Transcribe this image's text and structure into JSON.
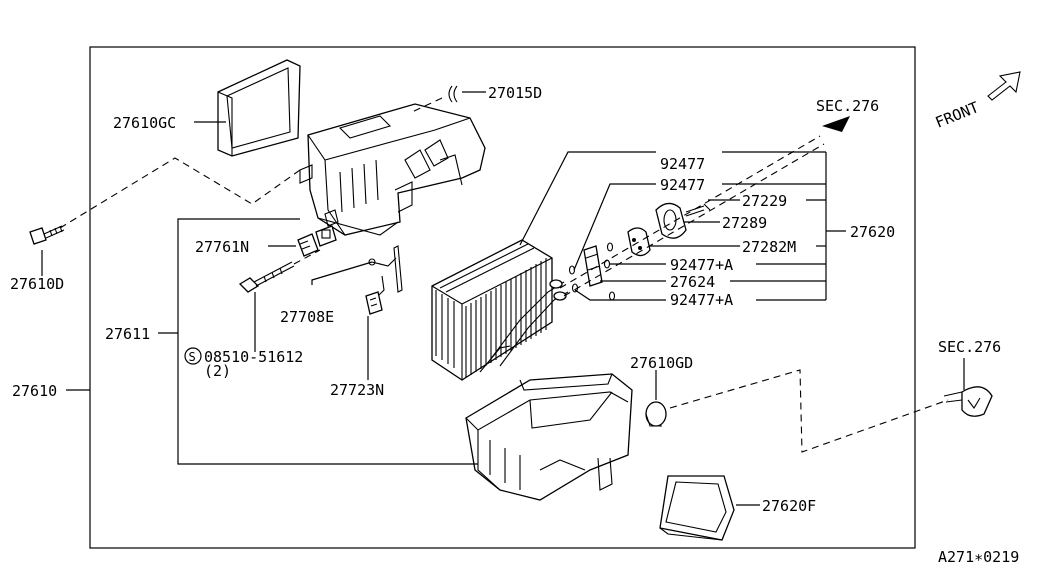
{
  "labels": {
    "p27015D": "27015D",
    "p27610GC": "27610GC",
    "p27610D": "27610D",
    "p27761N": "27761N",
    "p27611": "27611",
    "p27610": "27610",
    "p08510_51612": "08510-51612",
    "qty2": "(2)",
    "s_circle": "S",
    "p27708E": "27708E",
    "p27723N": "27723N",
    "sec276_top": "SEC.276",
    "front": "FRONT",
    "p92477_a": "92477",
    "p92477_b": "92477",
    "p27229": "27229",
    "p27289": "27289",
    "p27282M": "27282M",
    "p92477A_1": "92477+A",
    "p27624": "27624",
    "p92477A_2": "92477+A",
    "p27620": "27620",
    "p27610GD": "27610GD",
    "sec276_right": "SEC.276",
    "p27620F": "27620F",
    "footer_code": "A271∗0219"
  }
}
